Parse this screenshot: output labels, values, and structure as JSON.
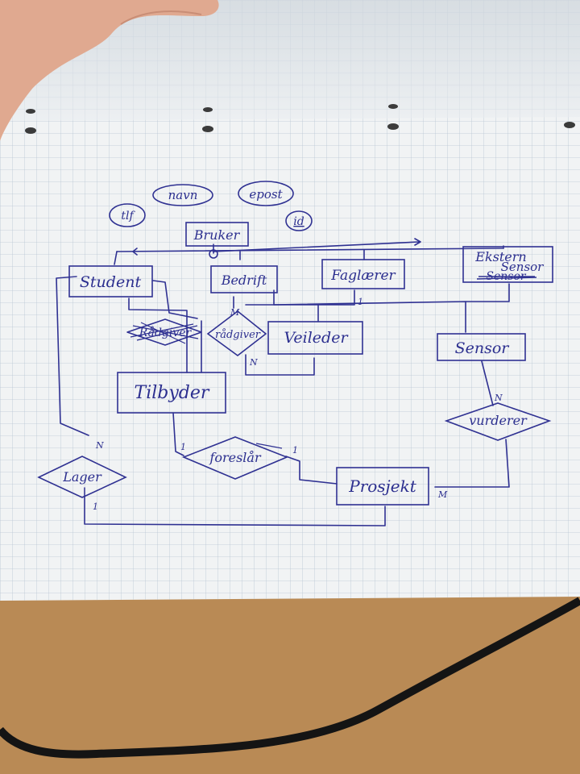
{
  "entities": {
    "bruker": "Bruker",
    "student": "Student",
    "bedrift": "Bedrift",
    "faglaerer": "Faglærer",
    "ekstern_sensor_line1": "Ekstern",
    "ekstern_sensor_line2": "Sensor",
    "ekstern_sensor_struck": "Sensor",
    "veileder": "Veileder",
    "sensor": "Sensor",
    "tilbyder": "Tilbyder",
    "prosjekt": "Prosjekt"
  },
  "attributes": {
    "tlf": "tlf",
    "navn": "navn",
    "epost": "epost",
    "id": "id"
  },
  "relationships": {
    "radgiver": "rådgiver",
    "radgiver_struck": "Rådgiver",
    "foreslar": "foreslår",
    "vurderer": "vurderer",
    "lager": "Lager"
  },
  "cardinalities": {
    "radgiver_top": "M",
    "radgiver_bottom": "N",
    "faglaerer_bottom": "1",
    "sensor_vurderer": "N",
    "vurderer_prosjekt": "M",
    "tilbyder_foreslar": "1",
    "foreslar_prosjekt": "1",
    "student_lager": "N",
    "lager_prosjekt": "1"
  }
}
